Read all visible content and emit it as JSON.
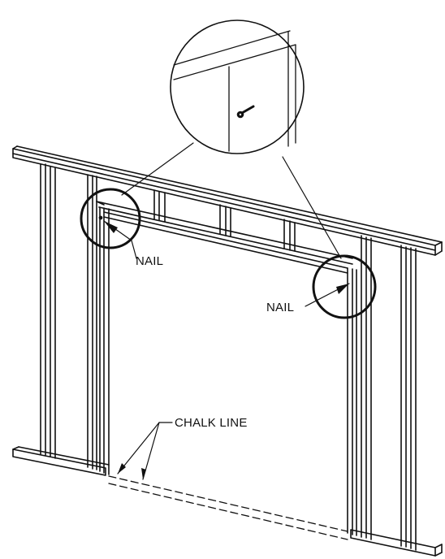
{
  "labels": {
    "nail_left": "NAIL",
    "nail_right": "NAIL",
    "chalk_line": "CHALK LINE"
  },
  "colors": {
    "stroke": "#111111",
    "background": "#ffffff"
  }
}
